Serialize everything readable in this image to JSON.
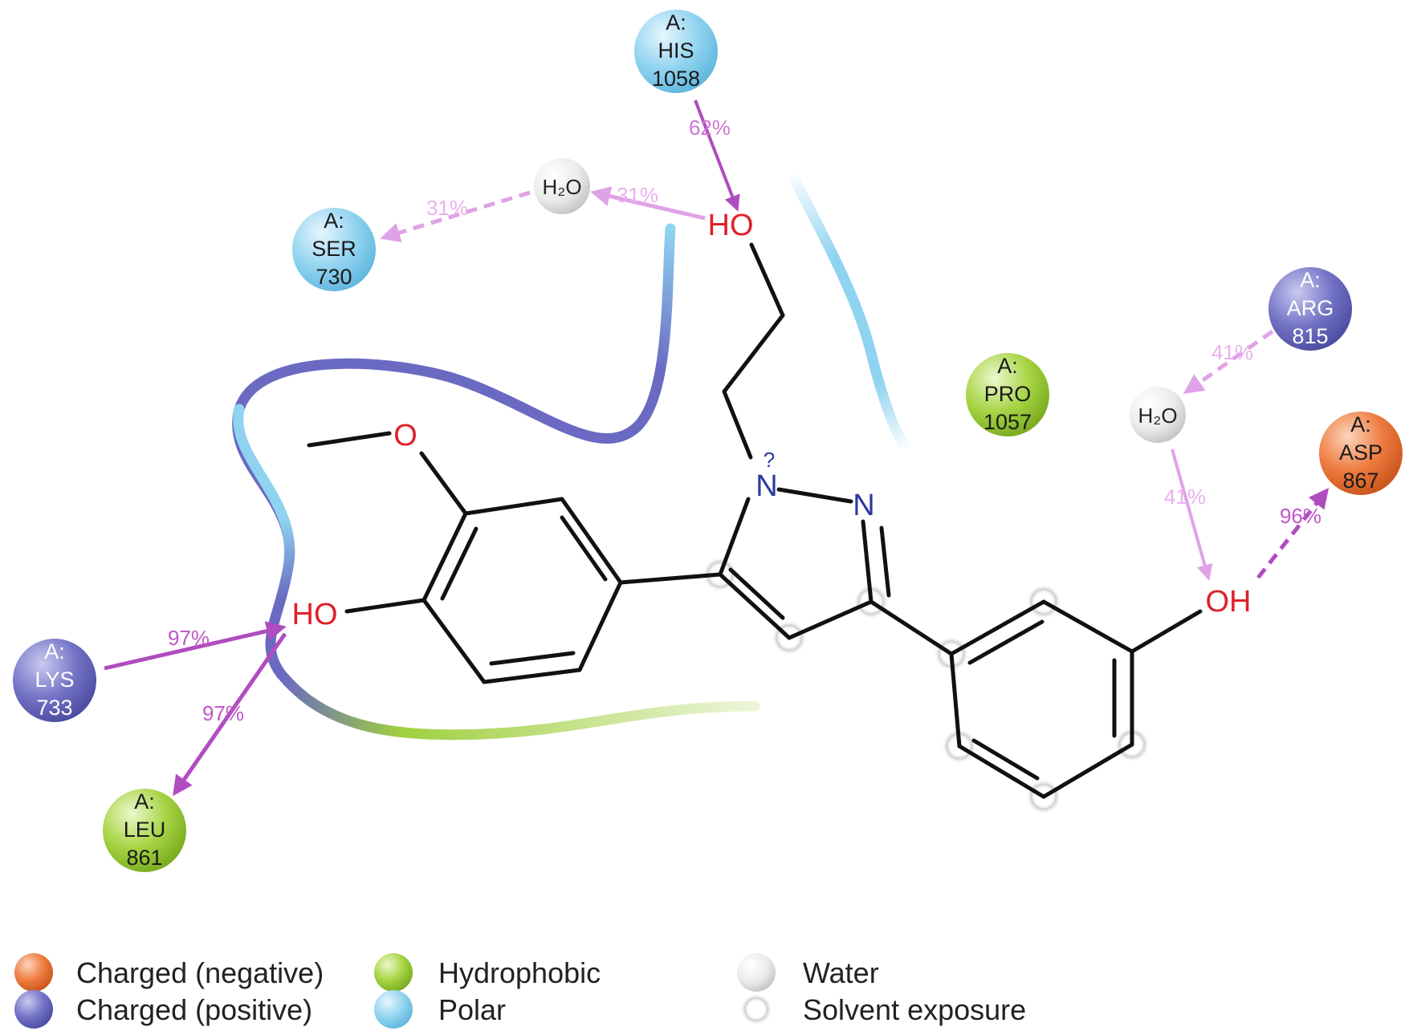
{
  "residues": [
    {
      "id": "his1058",
      "chain": "A:",
      "name": "HIS",
      "num": "1058",
      "type": "polar"
    },
    {
      "id": "ser730",
      "chain": "A:",
      "name": "SER",
      "num": "730",
      "type": "polar"
    },
    {
      "id": "arg815",
      "chain": "A:",
      "name": "ARG",
      "num": "815",
      "type": "positive"
    },
    {
      "id": "pro1057",
      "chain": "A:",
      "name": "PRO",
      "num": "1057",
      "type": "hydrophobic"
    },
    {
      "id": "asp867",
      "chain": "A:",
      "name": "ASP",
      "num": "867",
      "type": "negative"
    },
    {
      "id": "lys733",
      "chain": "A:",
      "name": "LYS",
      "num": "733",
      "type": "positive"
    },
    {
      "id": "leu861",
      "chain": "A:",
      "name": "LEU",
      "num": "861",
      "type": "hydrophobic"
    }
  ],
  "waters": [
    {
      "id": "water1",
      "label": "H₂O"
    },
    {
      "id": "water2",
      "label": "H₂O"
    }
  ],
  "atoms": {
    "ho_top": "HO",
    "o_methoxy": "O",
    "ho_left": "HO",
    "n1": "N",
    "n1_flag": "?",
    "n2": "N",
    "oh_right": "OH"
  },
  "interactions": [
    {
      "id": "his1058-to-ho",
      "percent": "62%"
    },
    {
      "id": "water1-to-ser730",
      "percent": "31%"
    },
    {
      "id": "ho-to-water1",
      "percent": "31%"
    },
    {
      "id": "water2-to-arg815",
      "percent": "41%"
    },
    {
      "id": "water2-to-oh",
      "percent": "41%"
    },
    {
      "id": "oh-to-asp867",
      "percent": "96%"
    },
    {
      "id": "lys733-to-ho",
      "percent": "97%"
    },
    {
      "id": "ho-to-leu861",
      "percent": "97%"
    }
  ],
  "legend": [
    {
      "id": "charged-negative",
      "label": "Charged (negative)",
      "type": "negative"
    },
    {
      "id": "charged-positive",
      "label": "Charged (positive)",
      "type": "positive"
    },
    {
      "id": "hydrophobic",
      "label": "Hydrophobic",
      "type": "hydrophobic"
    },
    {
      "id": "polar",
      "label": "Polar",
      "type": "polar"
    },
    {
      "id": "water",
      "label": "Water",
      "type": "water"
    },
    {
      "id": "solvent-exposure",
      "label": "Solvent exposure",
      "type": "solvent"
    }
  ],
  "colors": {
    "polar": "#8fd3f0",
    "positive": "#6e6ec0",
    "hydrophobic": "#9fcf3e",
    "negative": "#ee7a3c",
    "water": "#e6e6e6",
    "hbond": "#b04cc0",
    "hbond_light": "#e0a2e6",
    "oxygen": "#e0202a",
    "nitrogen": "#2a3aa0",
    "bond": "#111111"
  }
}
